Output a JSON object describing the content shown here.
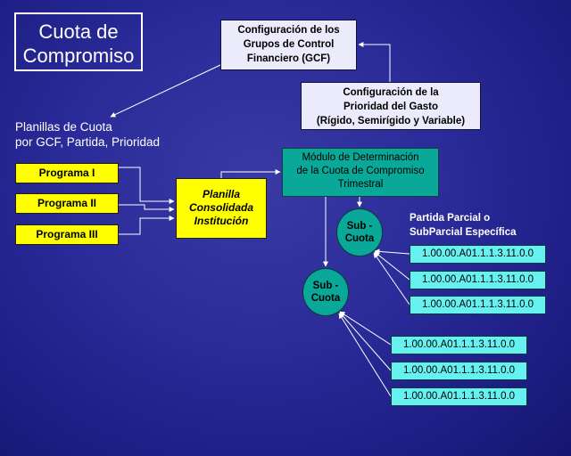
{
  "title": {
    "line1": "Cuota de",
    "line2": "Compromiso"
  },
  "config_gcf": {
    "line1": "Configuración de los",
    "line2": "Grupos de Control",
    "line3": "Financiero (GCF)"
  },
  "config_priority": {
    "line1": "Configuración de la",
    "line2": "Prioridad del Gasto",
    "line3": "(Rígido, Semirígido y Variable)"
  },
  "planillas_label": {
    "line1": "Planillas de Cuota",
    "line2": "por GCF, Partida, Prioridad"
  },
  "programs": [
    "Programa I",
    "Programa II",
    "Programa III"
  ],
  "planilla": {
    "line1": "Planilla",
    "line2": "Consolidada",
    "line3": "Institución"
  },
  "modulo": {
    "line1": "Módulo de Determinación",
    "line2": "de la Cuota de Compromiso",
    "line3": "Trimestral"
  },
  "subcuota": {
    "line1": "Sub -",
    "line2": "Cuota"
  },
  "partida_label": {
    "line1": "Partida Parcial o",
    "line2": "SubParcial Específica"
  },
  "accounts_group1": [
    "1.00.00.A01.1.1.3.11.0.0",
    "1.00.00.A01.1.1.3.11.0.0",
    "1.00.00.A01.1.1.3.11.0.0"
  ],
  "accounts_group2": [
    "1.00.00.A01.1.1.3.11.0.0",
    "1.00.00.A01.1.1.3.11.0.0",
    "1.00.00.A01.1.1.3.11.0.0"
  ],
  "colors": {
    "background": "#2a2a98",
    "config_box": "#ebebfb",
    "program_box": "#ffff00",
    "module_box": "#0aa898",
    "account_box": "#66f0f0",
    "connector": "#ffffff"
  }
}
